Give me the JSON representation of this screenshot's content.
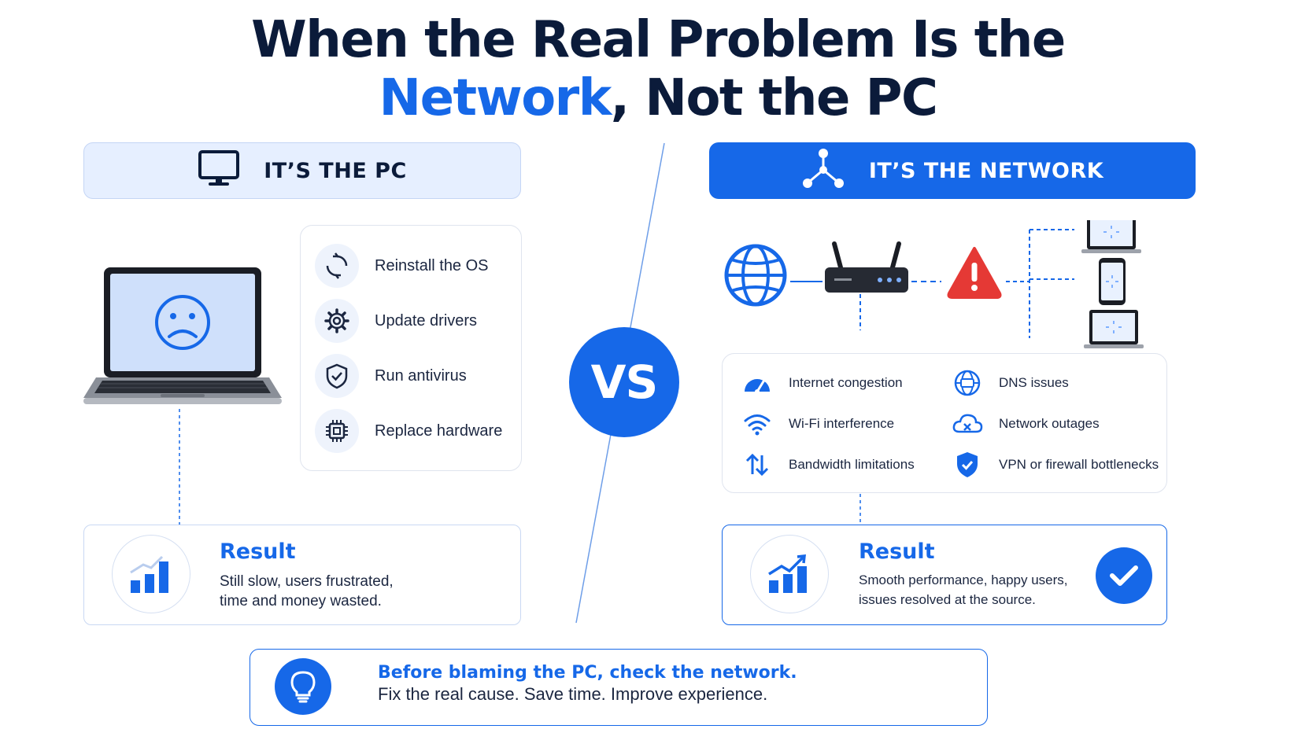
{
  "title": {
    "line1": "When the Real Problem Is the",
    "accent": "Network",
    "line2_rest": ", Not the PC"
  },
  "colors": {
    "accent": "#1668e8",
    "dark": "#0b1b3a",
    "warning": "#e53935",
    "pill_light": "#e6efff"
  },
  "pc_side": {
    "header": "IT’S THE PC",
    "header_icon": "monitor-icon",
    "actions": [
      {
        "label": "Reinstall the OS",
        "icon": "refresh-icon"
      },
      {
        "label": "Update drivers",
        "icon": "gear-icon"
      },
      {
        "label": "Run antivirus",
        "icon": "shield-check-icon"
      },
      {
        "label": "Replace hardware",
        "icon": "chip-icon"
      }
    ],
    "result": {
      "title": "Result",
      "line1": "Still slow, users frustrated,",
      "line2": "time and money wasted."
    }
  },
  "vs_label": "VS",
  "network_side": {
    "header": "IT’S THE NETWORK",
    "header_icon": "network-nodes-icon",
    "causes": [
      {
        "label": "Internet congestion",
        "icon": "speedometer-icon"
      },
      {
        "label": "DNS issues",
        "icon": "dns-globe-icon"
      },
      {
        "label": "Wi-Fi interference",
        "icon": "wifi-icon"
      },
      {
        "label": "Network outages",
        "icon": "cloud-x-icon"
      },
      {
        "label": "Bandwidth limitations",
        "icon": "up-down-arrows-icon"
      },
      {
        "label": "VPN or firewall bottlenecks",
        "icon": "shield-check-icon"
      }
    ],
    "result": {
      "title": "Result",
      "line1": "Smooth performance, happy users,",
      "line2": "issues resolved at the source."
    }
  },
  "banner": {
    "headline": "Before blaming the PC, check the network.",
    "subline": "Fix the real cause. Save time. Improve experience.",
    "icon": "lightbulb-icon"
  }
}
